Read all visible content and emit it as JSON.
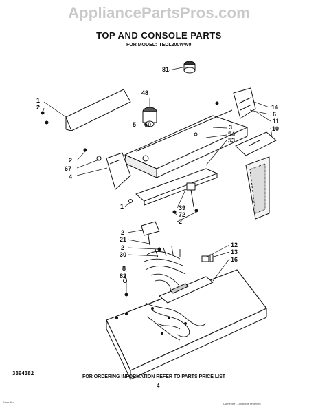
{
  "watermark": "AppliancePartsPros.com",
  "title": "TOP AND CONSOLE PARTS",
  "model_label": "FOR MODEL:",
  "model_number": "TEDL200WW0",
  "callouts": {
    "c81": "81",
    "c48": "48",
    "c5": "5",
    "c60": "60",
    "c1a": "1",
    "c2a": "2",
    "c2b": "2",
    "c67": "67",
    "c4": "4",
    "c14": "14",
    "c6": "6",
    "c11": "11",
    "c10": "10",
    "c3": "3",
    "c54": "54",
    "c53": "53",
    "c1b": "1",
    "c39": "39",
    "c72": "72",
    "c2c": "2",
    "c2d": "2",
    "c21": "21",
    "c2e": "2",
    "c30": "30",
    "c8": "8",
    "c82": "82",
    "c12": "12",
    "c13": "13",
    "c16": "16"
  },
  "footer": {
    "doc_number": "3394382",
    "ordering_note": "FOR ORDERING INFORMATION REFER TO PARTS PRICE LIST",
    "page_number": "4",
    "fine_print_left": "Form No. ...",
    "fine_print_right": "Copyright ... All rights reserved"
  }
}
